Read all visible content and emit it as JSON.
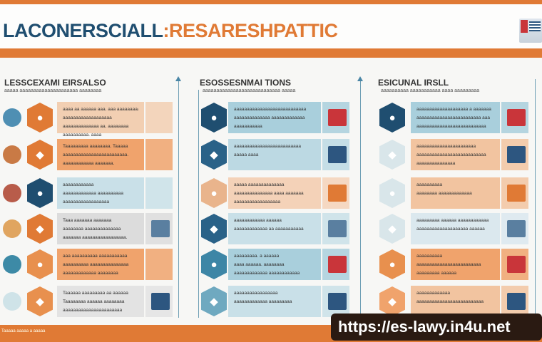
{
  "header": {
    "title_part1": "LACONERSCIALL",
    "title_sep": ":",
    "title_part2": "RESARESHPATTIC",
    "flag_icon": "flag-icon"
  },
  "columns": [
    {
      "heading": "LESSCEXAMI EIRSALSO",
      "subheading": "aaaaa aaaaaaaaaaaaaaaaaaaaa aaaaaaaa",
      "rows": [
        {
          "color": "#f2cfb2",
          "hex": "#e07a35",
          "lines": [
            "aaaa aa aaaaaa aaa. aaa aaaaaaaaa",
            "aaaaaaaaaaaaaaaaaaa",
            "aaaaaaaaaaaaaa aa. aaaaaaaa",
            "aaaaaaaaaa. aaaa"
          ]
        },
        {
          "color": "#f0a36c",
          "hex": "#e07a35",
          "lines": [
            "Taaaaaaaaa aaaaaaaa. Taaaaa",
            "aaaaaaaaaaaaaaaaaaaaaaaaa.",
            "aaaaaaaaaaaa aaaaaaa."
          ]
        },
        {
          "color": "#c9e0e8",
          "hex": "#1f4e70",
          "lines": [
            "aaaaaaaaaaaa",
            "aaaaaaaaaaaaa aaaaaaaaaa",
            "aaaaaaaaaaaaaaaaaa"
          ]
        },
        {
          "color": "#dcdcdc",
          "hex": "#e07a35",
          "lines": [
            "Taaa aaaaaaa aaaaaaa",
            "aaaaaaaa aaaaaaaaaaaaaa",
            "aaaaaaa aaaaaaaaaaaaaaaaa."
          ]
        },
        {
          "color": "#f0a36c",
          "hex": "#e8904e",
          "lines": [
            "aaa aaaaaaaaaa aaaaaaaaaaa",
            "aaaaaaaaaa aaaaaaaaaaaaaaa",
            "aaaaaaaaaaaaa aaaaaaaa"
          ]
        },
        {
          "color": "#e3e3e3",
          "hex": "#e8904e",
          "lines": [
            "Taaaaaa aaaaaaaaa aa aaaaaa",
            "Taaaaaaaa aaaaaa aaaaaaaa",
            "aaaaaaaaaaaaaaaaaaaaaaa"
          ]
        }
      ]
    },
    {
      "heading": "ESOSSESNMAI TIONS",
      "subheading": "aaaaaaaaaaaaaaaaaaaaaaaaaaaa aaaaa",
      "rows": [
        {
          "color": "#a9cfdc",
          "hex": "#1f4e70",
          "lines": [
            "aaaaaaaaaaaaaaaaaaaaaaaaaaaa",
            "aaaaaaaaaaaaaa aaaaaaaaaaaaa",
            "aaaaaaaaaaa"
          ]
        },
        {
          "color": "#bcd9e3",
          "hex": "#2a6288",
          "lines": [
            "aaaaaaaaaaaaaaaaaaaaaaaaaa",
            "aaaaa aaaa"
          ]
        },
        {
          "color": "#f4d2b8",
          "hex": "#e9b48c",
          "lines": [
            "aaaaa aaaaaaaaaaaaaa",
            "aaaaaaaaaaaaaaa aaaa aaaaaaa",
            "aaaaaaaaaaaaaaaaaa"
          ]
        },
        {
          "color": "#c9e0e8",
          "hex": "#2a6288",
          "lines": [
            "aaaaaaaaaaaa aaaaaa",
            "aaaaaaaaaaaaa aa aaaaaaaaaaa"
          ]
        },
        {
          "color": "#a9cfdc",
          "hex": "#3d86a6",
          "lines": [
            "aaaaaaaaa. a aaaaaa",
            "aaaa aaaaaa. aaaaaaaa",
            "aaaaaaaaaaaaa aaaaaaaaaaaa"
          ]
        },
        {
          "color": "#c9e0e8",
          "hex": "#6fa9c0",
          "lines": [
            "aaaaaaaaaaaaaaaaa",
            "aaaaaaaaaaaaa aaaaaaaaa"
          ]
        }
      ]
    },
    {
      "heading": "ESICUNAL IRSLL",
      "subheading": "aaaaaaaaaa aaaaaaaaaaa aaaa aaaaaaaaa",
      "rows": [
        {
          "color": "#a9cfdc",
          "hex": "#1f4e70",
          "lines": [
            "aaaaaaaaaaaaaaaaaaaa a aaaaaaa",
            "aaaaaaaaaaaaaaaaaaaaaaaaa aaa",
            "aaaaaaaaaaaaaaaaaaaaaaaaaaa"
          ]
        },
        {
          "color": "#f2c4a0",
          "hex": "#d9e6ea",
          "lines": [
            "aaaaaaaaaaaaaaaaaaaaaaa",
            "aaaaaaaaaaaaaaaaaaaaaaaaaaa",
            "aaaaaaaaaaaaaaa"
          ]
        },
        {
          "color": "#f2c4a0",
          "hex": "#d9e6ea",
          "lines": [
            "aaaaaaaaaa",
            "aaaaaaaa   aaaaaaaaaaaaa"
          ]
        },
        {
          "color": "#dbe8ee",
          "hex": "#d9e6ea",
          "lines": [
            "aaaaaaaaa aaaaaa aaaaaaaaaaaa",
            "aaaaaaaaaaaaaaaaaaaa aaaaaa"
          ]
        },
        {
          "color": "#f0a36c",
          "hex": "#e8904e",
          "lines": [
            "aaaaaaaaaa",
            "aaaaaaaaaaaaaaaaaaaaaaaaa",
            "aaaaaaaaa aaaaaa"
          ]
        },
        {
          "color": "#f2c4a0",
          "hex": "#f0a36c",
          "lines": [
            "aaaaaaaaaaaaa",
            "aaaaaaaaaaaaaaaaaaaaaaaaaa"
          ]
        }
      ]
    }
  ],
  "footer": {
    "text": "Taaaaa aaaaa a aaaaa"
  },
  "watermark": {
    "url": "https://es-lawy.in4u.net"
  }
}
